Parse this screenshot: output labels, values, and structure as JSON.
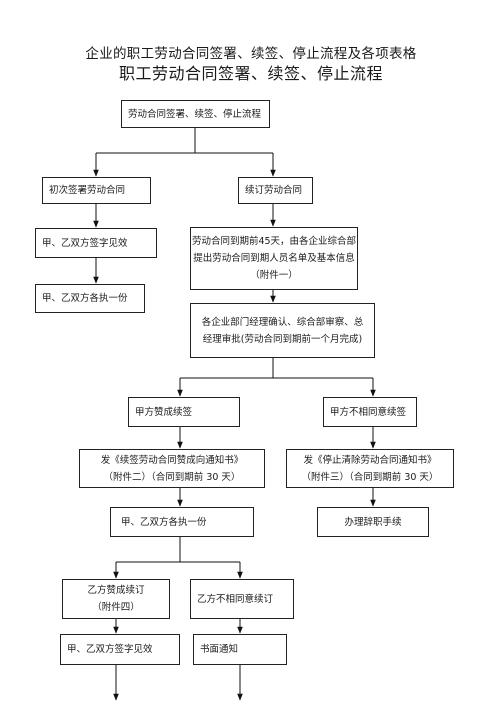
{
  "header": {
    "title": "企业的职工劳动合同签署、续签、停止流程及各项表格",
    "subtitle": "职工劳动合同签署、续签、停止流程"
  },
  "nodes": {
    "root": "劳动合同签署、续签、停止流程",
    "first_sign": "初次签署劳动合同",
    "renew": "续订劳动合同",
    "both_sign": "甲、乙双方签字见效",
    "both_keep": "甲、乙双方各执一份",
    "notice_45": [
      "劳动合同到期前45天，由各企业综合部",
      "提出劳动合同到期人员名单及基本信息",
      "（附件一）"
    ],
    "manager_approve": [
      "各企业部门经理确认、综合部审察、总",
      "经理审批(劳动合同到期前一个月完成)"
    ],
    "party_a_agree": "甲方赞成续签",
    "party_a_disagree": "甲方不相同意续签",
    "notice_agree": [
      "发《续签劳动合同赞成向通知书》",
      "（附件二）（合同到期前 30 天）"
    ],
    "notice_terminate": [
      "发《停止清除劳动合同通知书》",
      "（附件三）（合同到期前 30 天）"
    ],
    "both_keep_2": "甲、乙双方各执一份",
    "resign": "办理辞职手续",
    "party_b_agree": [
      "乙方赞成续订",
      "（附件四）"
    ],
    "party_b_disagree": "乙方不相同意续订",
    "both_sign_2": "甲、乙双方签字见效",
    "written_notice": "书面通知"
  }
}
